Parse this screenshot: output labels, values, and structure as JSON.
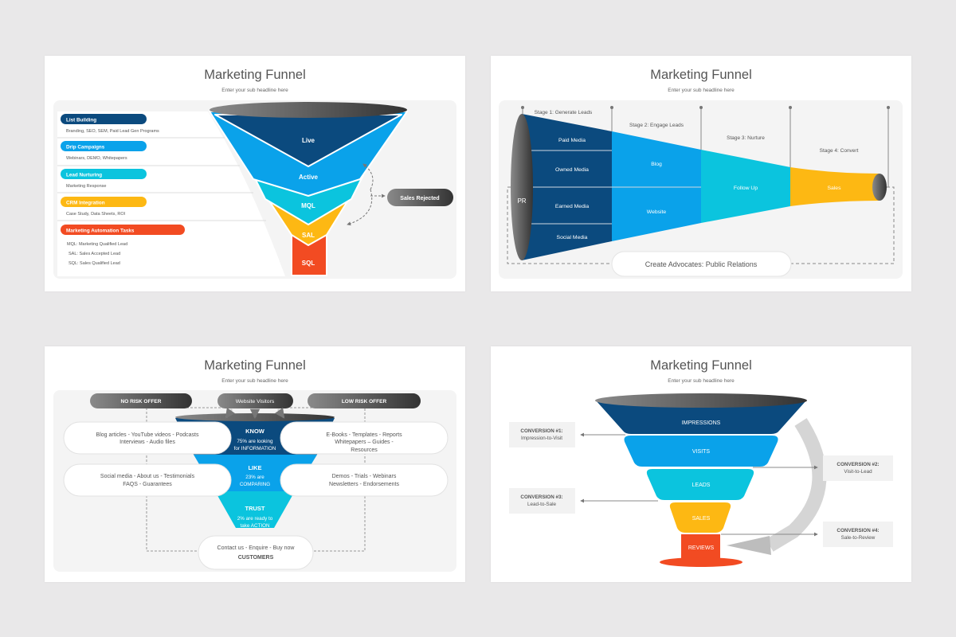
{
  "colors": {
    "dark_blue": "#0b4a7e",
    "blue": "#0aa2ea",
    "cyan": "#0bc4de",
    "yellow": "#fdb813",
    "red": "#f24b22",
    "gray_pill": "#4a4a4a",
    "panel": "#f4f4f4",
    "background": "#e9e8e9"
  },
  "slides": [
    {
      "title": "Marketing Funnel",
      "subtitle": "Enter your sub headline here",
      "items": [
        {
          "label": "List Building",
          "desc": "Branding, SEO, SEM, Paid Lead Gen Programs",
          "color": "#0b4a7e"
        },
        {
          "label": "Drip Campaigns",
          "desc": "Webinars, DEMO, Whitepapers",
          "color": "#0aa2ea"
        },
        {
          "label": "Lead Nurturing",
          "desc": "Marketing Response",
          "color": "#0bc4de"
        },
        {
          "label": "CRM Integration",
          "desc": "Case Study, Data Sheets, ROI",
          "color": "#fdb813"
        },
        {
          "label": "Marketing Automation Tasks",
          "color": "#f24b22",
          "lines": [
            "MQL: Marketing Qualified Lead",
            "SAL: Sales Accepted Lead",
            "SQL: Sales Qualified Lead"
          ]
        }
      ],
      "funnel": [
        "Live",
        "Active",
        "MQL",
        "SAL",
        "SQL"
      ],
      "rejected": "Sales Rejected"
    },
    {
      "title": "Marketing Funnel",
      "subtitle": "Enter your sub headline here",
      "stages": [
        "Stage 1: Generate Leads",
        "Stage 2: Engage Leads",
        "Stage 3: Nurture",
        "Stage 4: Convert"
      ],
      "pr": "PR",
      "media": [
        "Paid Media",
        "Owned Media",
        "Earned Media",
        "Social Media"
      ],
      "engage": [
        "Blog",
        "Website"
      ],
      "nurture": "Follow Up",
      "convert": "Sales",
      "advocates": "Create Advocates: Public Relations"
    },
    {
      "title": "Marketing Funnel",
      "subtitle": "Enter your sub headline here",
      "top": [
        "NO RISK OFFER",
        "Website Visitors",
        "LOW RISK OFFER"
      ],
      "levels": [
        {
          "name": "KNOW",
          "lines": [
            "75% are looking",
            "for INFORMATION"
          ]
        },
        {
          "name": "LIKE",
          "lines": [
            "23% are",
            "COMPARING"
          ]
        },
        {
          "name": "TRUST",
          "lines": [
            "2% are ready to",
            "take ACTION"
          ]
        }
      ],
      "left": [
        [
          "Blog articles - YouTube videos - Podcasts",
          "Interviews - Audio files"
        ],
        [
          "Social media - About us - Testimonials",
          "FAQS - Guarantees"
        ]
      ],
      "right": [
        [
          "E-Books - Templates - Reports",
          "Whitepapers – Guides -",
          "Resources"
        ],
        [
          "Demos - Trials - Webinars",
          "Newsletters - Endorsements"
        ]
      ],
      "bottom": {
        "line": "Contact us - Enquire - Buy now",
        "label": "CUSTOMERS"
      }
    },
    {
      "title": "Marketing Funnel",
      "subtitle": "Enter your sub headline here",
      "tiers": [
        "IMPRESSIONS",
        "VISITS",
        "LEADS",
        "SALES",
        "REVIEWS"
      ],
      "conversions": [
        {
          "title": "CONVERSION #1:",
          "desc": "Impression-to-Visit"
        },
        {
          "title": "CONVERSION #2:",
          "desc": "Visit-to-Lead"
        },
        {
          "title": "CONVERSION #3:",
          "desc": "Lead-to-Sale"
        },
        {
          "title": "CONVERSION #4:",
          "desc": "Sale-to-Review"
        }
      ]
    }
  ]
}
